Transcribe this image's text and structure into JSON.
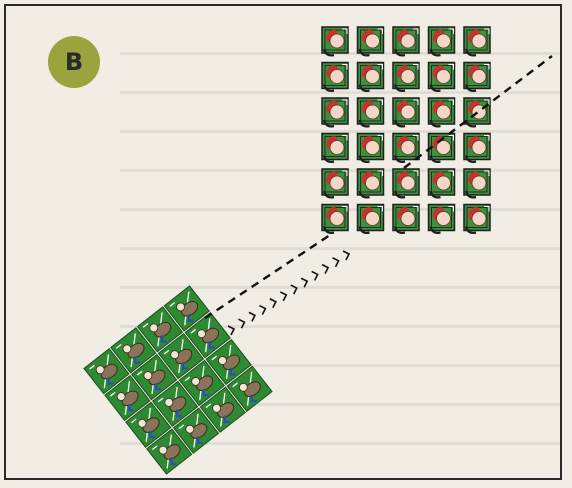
{
  "panel": {
    "label": "B",
    "badge_color": "#9ba33e",
    "background_color": "#f1ede4",
    "border_color": "#2a2a2a"
  },
  "small_array": {
    "rows": 6,
    "cols": 5,
    "tile_color": "#3e8f3e",
    "tile_border": "#1f1f1f",
    "disc_color": "#f3d6c6",
    "lobe_color": "#c8322e",
    "bracket_color": "#1f1f1f"
  },
  "large_array": {
    "rows": 4,
    "cols": 4,
    "tile_color": "#2e8a32",
    "trace_color": "#ffffff",
    "body_color": "#8a7358"
  },
  "connector": {
    "line_color": "#111111",
    "chevron_count": 12
  }
}
